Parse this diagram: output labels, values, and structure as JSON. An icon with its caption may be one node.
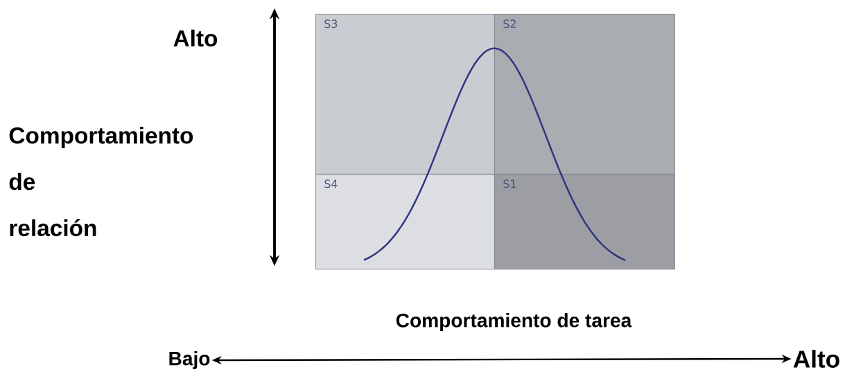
{
  "diagram": {
    "nodes": [
      {
        "text": [
          "S3"
        ]
      },
      {
        "text": [
          "S2"
        ]
      },
      {
        "text": [
          "S4"
        ]
      },
      {
        "text": [
          "S1"
        ]
      },
      {
        "text": [
          "Bajo"
        ]
      },
      {
        "text": [
          "Alto"
        ]
      }
    ],
    "edges": [
      {
        "from": 4,
        "to": 5,
        "arrow": "both"
      }
    ],
    "labels": [
      "Alto",
      "Comportamiento de relación",
      "Comportamiento de tarea"
    ]
  }
}
